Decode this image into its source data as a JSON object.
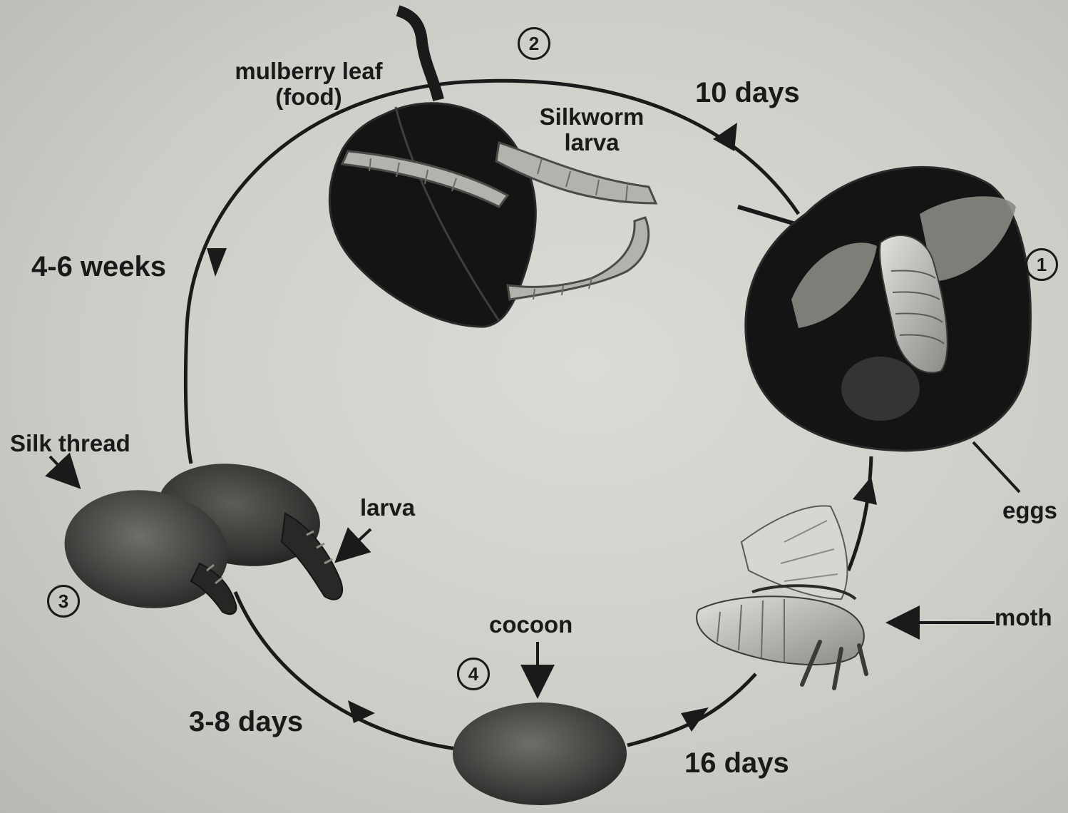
{
  "stages": {
    "stage1": {
      "number": "1"
    },
    "stage2": {
      "number": "2"
    },
    "stage3": {
      "number": "3"
    },
    "stage4": {
      "number": "4"
    }
  },
  "durations": {
    "d1": "10 days",
    "d2": "4-6 weeks",
    "d3": "3-8 days",
    "d4": "16 days"
  },
  "labels": {
    "mulberry_leaf_line1": "mulberry leaf",
    "mulberry_leaf_line2": "(food)",
    "silkworm_line1": "Silkworm",
    "silkworm_line2": "larva",
    "silk_thread": "Silk thread",
    "larva": "larva",
    "cocoon": "cocoon",
    "eggs": "eggs",
    "moth": "moth"
  },
  "icons": [
    "mulberry-leaf-icon",
    "silkworm-larva-icon",
    "moth-icon",
    "cocoon-icon",
    "spinning-cocoon-icon"
  ],
  "colors": {
    "ink": "#1a1a1a",
    "leaf": "#141414",
    "background": "#cfcfcb"
  }
}
